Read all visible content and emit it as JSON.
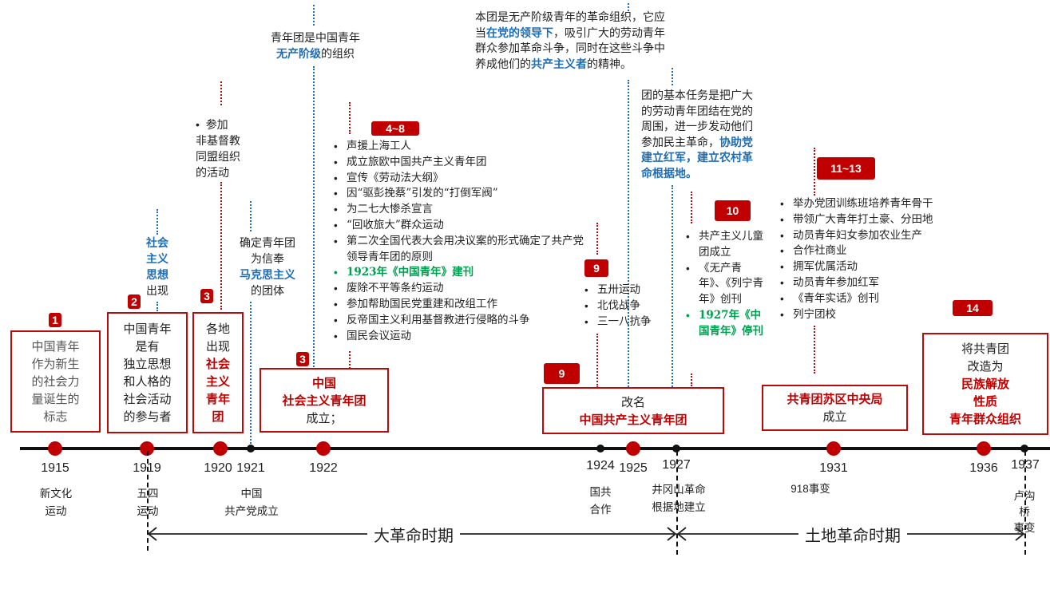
{
  "timeline": {
    "years": [
      {
        "year": "1915",
        "event": "新文化\n运动",
        "marker": "major"
      },
      {
        "year": "1919",
        "event": "五四\n运动",
        "marker": "major"
      },
      {
        "year": "1920",
        "event": "",
        "marker": "major"
      },
      {
        "year": "1921",
        "event": "中国\n共产党成立",
        "marker": "minor"
      },
      {
        "year": "1922",
        "event": "",
        "marker": "major"
      },
      {
        "year": "1924",
        "event": "国共\n合作",
        "marker": "minor"
      },
      {
        "year": "1925",
        "event": "",
        "marker": "major"
      },
      {
        "year": "1927",
        "event": "井冈山革命\n根据地建立",
        "marker": "minor"
      },
      {
        "year": "1931",
        "event": "918事变",
        "marker": "major"
      },
      {
        "year": "1936",
        "event": "",
        "marker": "major"
      },
      {
        "year": "1937",
        "event": "卢沟\n桥\n事变",
        "marker": "minor"
      }
    ],
    "periods": [
      {
        "label": "大革命时期",
        "from": "1919",
        "to": "1927"
      },
      {
        "label": "土地革命时期",
        "from": "1927",
        "to": "1937"
      }
    ]
  },
  "badges": {
    "b1": "1",
    "b2": "2",
    "b3a": "3",
    "b3b": "3",
    "b48": "4~8",
    "b9a": "9",
    "b9b": "9",
    "b10": "10",
    "b1113": "11~13",
    "b14": "14"
  },
  "boxes": {
    "box1": [
      "中国青年",
      "作为新生",
      "的社会力",
      "量诞生的",
      "标志"
    ],
    "box2": [
      "中国青年",
      "是有",
      "独立思想",
      "和人格的",
      "社会活动",
      "的参与者"
    ],
    "box3": {
      "plain": [
        "各地",
        "出现"
      ],
      "red": [
        "社会",
        "主义",
        "青年",
        "团"
      ]
    },
    "box1922": {
      "red": [
        "中国",
        "社会主义青年团"
      ],
      "plain": "成立；"
    },
    "box1925": {
      "plain": "改名",
      "red": "中国共产主义青年团"
    },
    "box1931": {
      "red": "共青团苏区中央局",
      "plain": "成立"
    },
    "box1936": {
      "plain": [
        "将共青团",
        "改造为"
      ],
      "red": [
        "民族解放",
        "性质",
        "青年群众组织"
      ]
    }
  },
  "notes": {
    "socialism": {
      "blue": [
        "社会",
        "主义",
        "思想"
      ],
      "plain": "出现"
    },
    "nonchristian": [
      "参加",
      "非基督教",
      "同盟组织",
      "的活动"
    ],
    "marxism": {
      "plain1": "确定青年团",
      "plain2": "为信奉",
      "blue": "马克思主义",
      "plain3": "的团体"
    },
    "proletariat": {
      "plain1": "青年团是中国青年",
      "blue": "无产阶级",
      "plain2": "的组织"
    },
    "leadership": {
      "p1": "本团是无产阶级青年的革命组织，它应",
      "p2a": "当",
      "b1": "在党的领导下",
      "p2b": "，吸引广大的劳动青年",
      "p3": "群众参加革命斗争，同时在这些斗争中",
      "p4a": "养成他们的",
      "b2": "共产主义者",
      "p4b": "的精神。"
    },
    "task": {
      "p1": "团的基本任务是把广大",
      "p2": "的劳动青年团结在党的",
      "p3": "周围，进一步发动他们",
      "p4a": "参加民主革命，",
      "b1": "协助党",
      "b2": "建立红军，建立农村革",
      "b3": "命根据地。"
    }
  },
  "lists": {
    "list48": [
      {
        "text": "声援上海工人",
        "highlight": false
      },
      {
        "text": "成立旅欧中国共产主义青年团",
        "highlight": false
      },
      {
        "text": "宣传《劳动法大纲》",
        "highlight": false
      },
      {
        "text": "因“驱彭挽蔡”引发的“打倒军阀”",
        "highlight": false
      },
      {
        "text": "为二七大惨杀宣言",
        "highlight": false
      },
      {
        "text": "“回收旅大”群众运动",
        "highlight": false
      },
      {
        "text": "第二次全国代表大会用决议案的形式确定了共产党领导青年团的原则",
        "highlight": false
      },
      {
        "text": "1923年《中国青年》建刊",
        "highlight": true
      },
      {
        "text": "废除不平等条约运动",
        "highlight": false
      },
      {
        "text": "参加帮助国民党重建和改组工作",
        "highlight": false
      },
      {
        "text": "反帝国主义利用基督教进行侵略的斗争",
        "highlight": false
      },
      {
        "text": "国民会议运动",
        "highlight": false
      }
    ],
    "list9": [
      {
        "text": "五卅运动",
        "highlight": false
      },
      {
        "text": "北伐战争",
        "highlight": false
      },
      {
        "text": "三一八抗争",
        "highlight": false
      }
    ],
    "list10": [
      {
        "text": "共产主义儿童团成立",
        "highlight": false
      },
      {
        "text": "《无产青年》、《列宁青年》创刊",
        "highlight": false
      },
      {
        "text": "1927年《中国青年》停刊",
        "highlight": true
      }
    ],
    "list1113": [
      {
        "text": "举办党团训练班培养青年骨干",
        "highlight": false
      },
      {
        "text": "带领广大青年打土豪、分田地",
        "highlight": false
      },
      {
        "text": "动员青年妇女参加农业生产",
        "highlight": false
      },
      {
        "text": "合作社商业",
        "highlight": false
      },
      {
        "text": "拥军优属活动",
        "highlight": false
      },
      {
        "text": "动员青年参加红军",
        "highlight": false
      },
      {
        "text": "《青年实话》创刊",
        "highlight": false
      },
      {
        "text": "列宁团校",
        "highlight": false
      }
    ]
  },
  "colors": {
    "accent_red": "#c00000",
    "note_blue": "#1f6db3",
    "highlight_green": "#00a050"
  }
}
